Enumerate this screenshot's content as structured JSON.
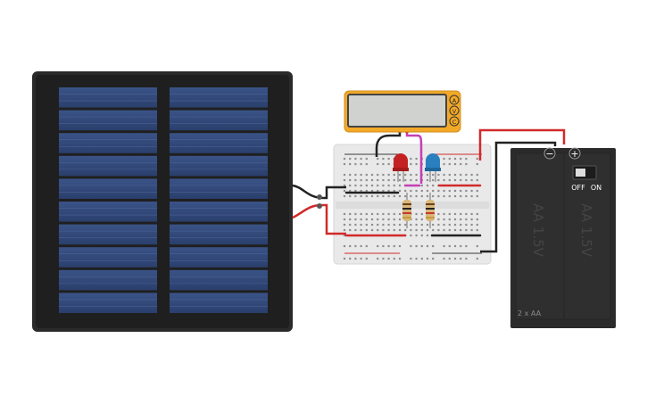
{
  "multimeter": {
    "display": "",
    "terminals": [
      "A",
      "V",
      "C"
    ]
  },
  "battery_pack": {
    "minus": "−",
    "plus": "+",
    "switch_off": "OFF",
    "switch_on": "ON",
    "cell_label_1": "AA 1.5V",
    "cell_label_2": "AA 1.5V",
    "pack_label": "2 x AA"
  },
  "colors": {
    "solar_frame": "#2a2a2a",
    "solar_cell": "#2f4677",
    "multimeter_body": "#f2a928",
    "led_red": "#c42222",
    "led_blue": "#2a7fbf",
    "wire_red": "#d12a2a",
    "wire_black": "#222222",
    "wire_magenta": "#c63fb6",
    "breadboard": "#ececec",
    "battery": "#2b2b2b"
  }
}
